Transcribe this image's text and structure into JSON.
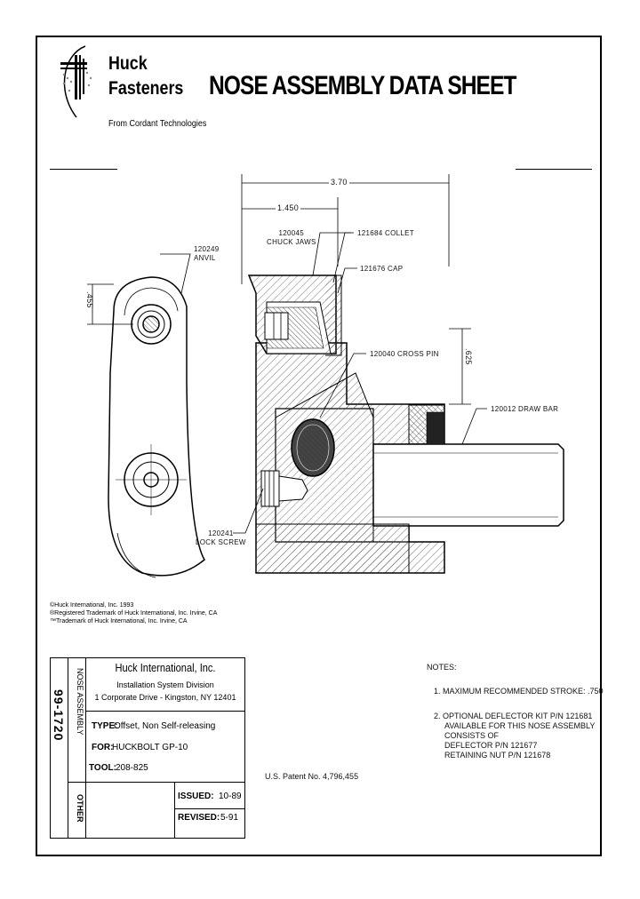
{
  "company": {
    "logo_line1": "Huck",
    "logo_line2": "Fasteners",
    "tagline": "From Cordant Technologies"
  },
  "title": "NOSE ASSEMBLY DATA SHEET",
  "dimensions": {
    "overall": "3.70",
    "partial": "1.450",
    "side_height": ".455",
    "right_height": ".625"
  },
  "callouts": {
    "anvil": "120249\nANVIL",
    "chuck_jaws": "120045\nCHUCK JAWS",
    "collet": "121684 COLLET",
    "cap": "121676 CAP",
    "cross_pin": "120040 CROSS PIN",
    "draw_bar": "120012 DRAW BAR",
    "lock_screw": "120241\nLOCK SCREW"
  },
  "trademarks": [
    "©Huck International, Inc. 1993",
    "®Registered Trademark of Huck International, Inc. Irvine, CA",
    "™Trademark of Huck International, Inc. Irvine, CA"
  ],
  "title_block": {
    "company": "Huck International, Inc.",
    "division": "Installation System Division",
    "address": "1 Corporate Drive - Kingston, NY 12401",
    "type_label": "TYPE:",
    "type_value": "Offset, Non Self-releasing",
    "for_label": "FOR:",
    "for_value": "HUCKBOLT GP-10",
    "tool_label": "TOOL:",
    "tool_value": "208-825",
    "issued_label": "ISSUED:",
    "issued_value": "10-89",
    "revised_label": "REVISED:",
    "revised_value": "5-91",
    "doc_number": "99-1720",
    "category": "NOSE ASSEMBLY",
    "other": "OTHER"
  },
  "patent": "U.S. Patent No. 4,796,455",
  "notes": {
    "heading": "NOTES:",
    "note1": "1. MAXIMUM RECOMMENDED STROKE: .750",
    "note2_lines": [
      "2. OPTIONAL DEFLECTOR KIT P/N 121681",
      "AVAILABLE FOR THIS NOSE ASSEMBLY",
      "CONSISTS OF",
      "DEFLECTOR P/N 121677",
      "RETAINING NUT P/N 121678"
    ]
  }
}
